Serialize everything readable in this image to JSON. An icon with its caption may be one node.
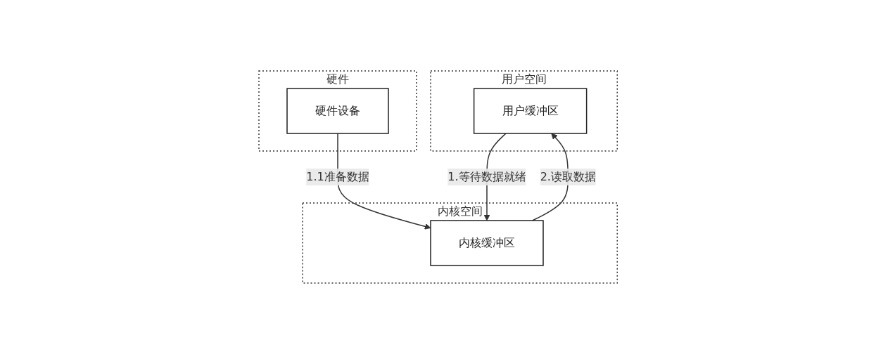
{
  "diagram": {
    "nodes": [
      {
        "text": [
          "用户空间"
        ]
      },
      {
        "text": [
          "用户缓冲区"
        ],
        "in": 0
      },
      {
        "text": [
          "内核空间"
        ]
      },
      {
        "text": [
          "内核缓冲区"
        ],
        "in": 2
      },
      {
        "text": [
          "硬件"
        ]
      },
      {
        "text": [
          "硬件设备"
        ],
        "in": 4
      }
    ],
    "edges": [
      {
        "from": 1,
        "to": 3,
        "arrow": "to",
        "label": "1.等待数据就绪"
      },
      {
        "from": 3,
        "to": 1,
        "arrow": "to",
        "label": "2.读取数据"
      },
      {
        "from": 5,
        "to": 3,
        "arrow": "to",
        "label": "1.1准备数据"
      }
    ]
  }
}
